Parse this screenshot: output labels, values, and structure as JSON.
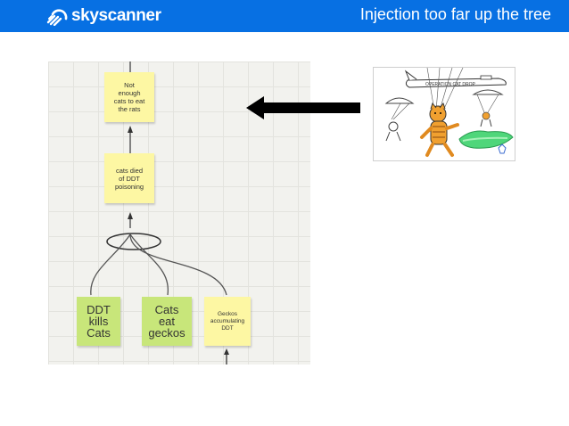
{
  "header": {
    "logo_text": "skyscanner",
    "title": "Injection too far up the tree",
    "background_color": "#0770e3"
  },
  "board": {
    "stickies": {
      "not_enough_cats": "Not\nenough\ncats to eat\nthe rats",
      "cats_died": "cats died\nof DDT\npoisoning",
      "ddt_kills_cats": "DDT\nkills\nCats",
      "cats_eat_geckos": "Cats\neat\ngeckos",
      "geckos_accumulating": "Geckos\naccumulating\nDDT"
    },
    "colors": {
      "yellow": "#fdf7a3",
      "green": "#c8e67a"
    }
  },
  "photo": {
    "plane_text": "OPERATION CAT DROP"
  },
  "icons": {
    "arrow": "left-arrow-icon",
    "logo": "skyscanner-sun-icon"
  }
}
